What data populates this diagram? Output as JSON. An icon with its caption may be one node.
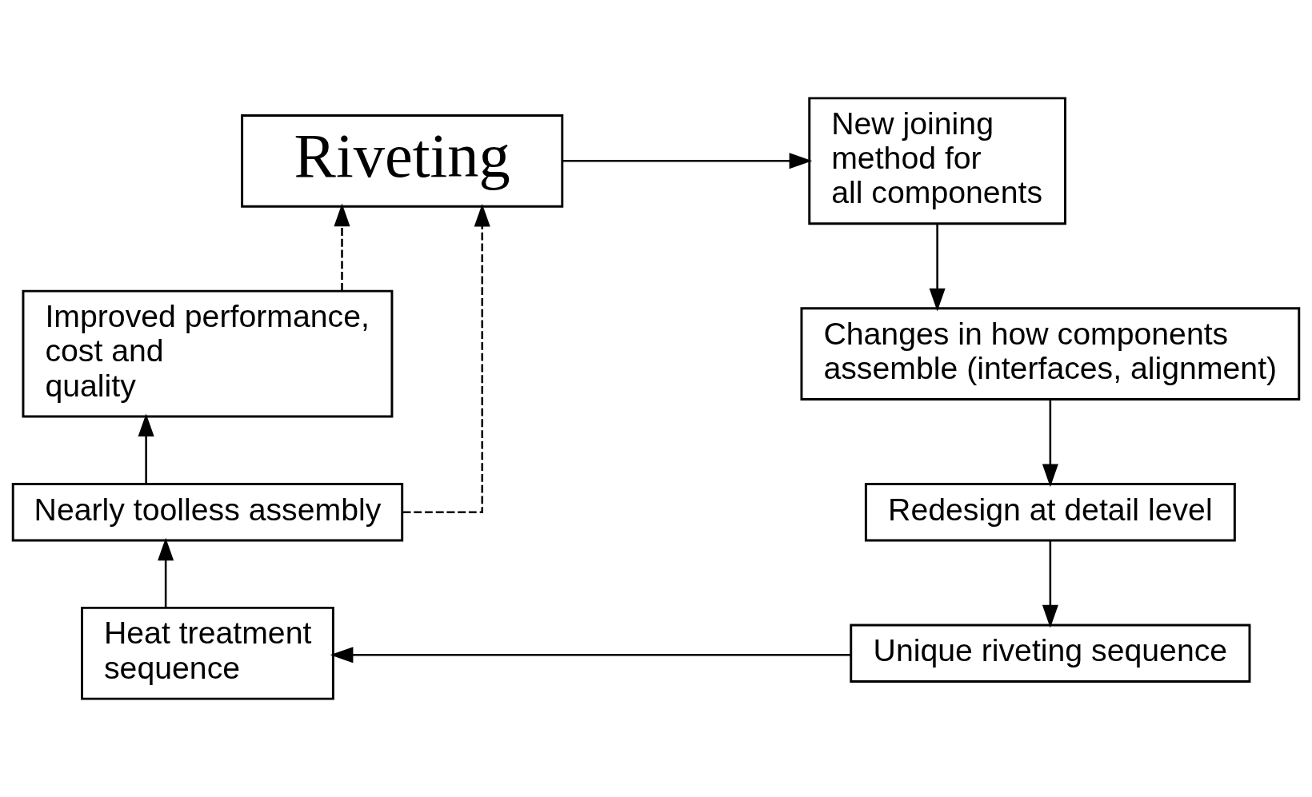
{
  "diagram": {
    "nodes": [
      {
        "text": [
          "Riveting"
        ]
      },
      {
        "text": [
          "New joining method for all components"
        ]
      },
      {
        "text": [
          "Changes in how components assemble (interfaces, alignment)"
        ]
      },
      {
        "text": [
          "Redesign at detail level"
        ]
      },
      {
        "text": [
          "Unique riveting sequence"
        ]
      },
      {
        "text": [
          "Heat treatment sequence"
        ]
      },
      {
        "text": [
          "Nearly toolless assembly"
        ]
      },
      {
        "text": [
          "Improved performance, cost and quality"
        ]
      }
    ],
    "edges": [
      {
        "from": 0,
        "to": 1,
        "arrow": "to"
      },
      {
        "from": 1,
        "to": 2,
        "arrow": "to"
      },
      {
        "from": 2,
        "to": 3,
        "arrow": "to"
      },
      {
        "from": 3,
        "to": 4,
        "arrow": "to"
      },
      {
        "from": 4,
        "to": 5,
        "arrow": "to"
      },
      {
        "from": 5,
        "to": 6,
        "arrow": "to"
      },
      {
        "from": 6,
        "to": 7,
        "arrow": "to"
      },
      {
        "from": 7,
        "to": 0,
        "arrow": "to",
        "style": "dashed"
      },
      {
        "from": 6,
        "to": 0,
        "arrow": "to",
        "style": "dashed"
      }
    ]
  }
}
